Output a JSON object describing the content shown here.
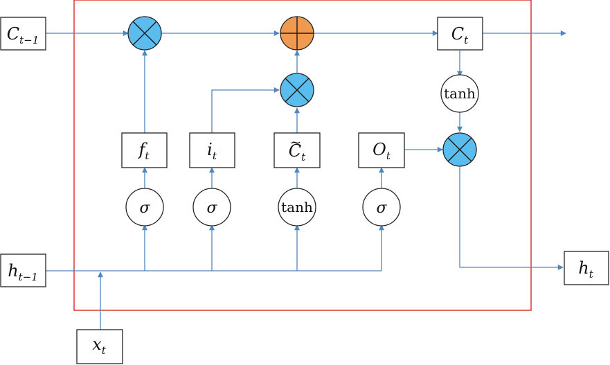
{
  "colors": {
    "cell_border": "#d9372f",
    "arrow": "#4f86bd",
    "multiply_fill": "#5bbcee",
    "add_fill": "#ee9a50",
    "box_border": "#222222"
  },
  "labels": {
    "c_prev": {
      "main": "C",
      "sub": "t−1"
    },
    "c_t": {
      "main": "C",
      "sub": "t"
    },
    "f_t": {
      "main": "f",
      "sub": "t"
    },
    "i_t": {
      "main": "i",
      "sub": "t"
    },
    "c_tilde": {
      "main": "C",
      "sub": "t",
      "accent": "~"
    },
    "o_t": {
      "main": "O",
      "sub": "t"
    },
    "h_prev": {
      "main": "h",
      "sub": "t−1"
    },
    "h_t": {
      "main": "h",
      "sub": "t"
    },
    "x_t": {
      "main": "x",
      "sub": "t"
    }
  },
  "activations": {
    "sigma": "σ",
    "tanh": "tanh"
  },
  "icons": {
    "multiply": "circle-times-icon",
    "add": "circle-plus-icon"
  }
}
